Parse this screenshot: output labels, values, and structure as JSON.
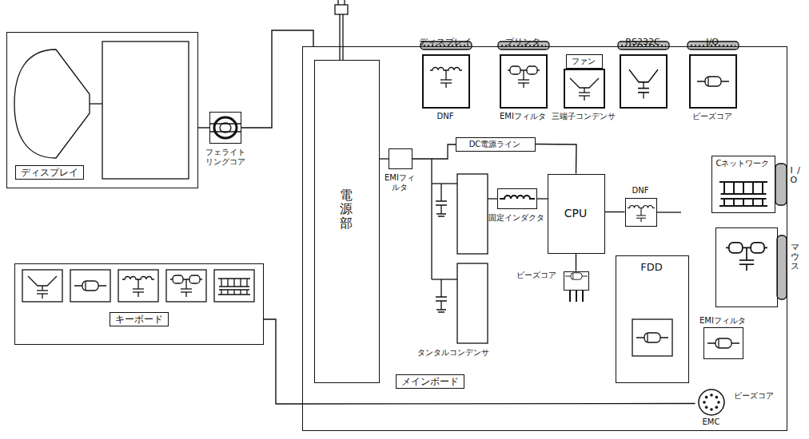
{
  "diagram": {
    "nodes": [
      {
        "text": [
          "ディスプレイ"
        ]
      },
      {
        "text": [
          "フェライト リングコア"
        ]
      },
      {
        "text": [
          "メインボード"
        ]
      },
      {
        "text": [
          "電源部"
        ],
        "in": 2
      },
      {
        "text": [
          "ディスプレイ",
          "DNF"
        ],
        "in": 2
      },
      {
        "text": [
          "プリンタ",
          "EMIフィルタ"
        ],
        "in": 2
      },
      {
        "text": [
          "ファン"
        ],
        "in": 2
      },
      {
        "text": [
          "三端子コンデンサ"
        ],
        "in": 2
      },
      {
        "text": [
          "RS232C"
        ],
        "in": 2
      },
      {
        "text": [
          "I/O",
          "ビーズコア"
        ],
        "in": 2
      },
      {
        "text": [
          "DC電源ライン"
        ],
        "in": 2
      },
      {
        "text": [
          "EMIフィルタ"
        ],
        "in": 2
      },
      {
        "text": [
          "固定インダクタ"
        ],
        "in": 2
      },
      {
        "text": [
          "CPU"
        ],
        "in": 2
      },
      {
        "text": [
          "DNF"
        ],
        "in": 2
      },
      {
        "text": [
          "Cネットワーク",
          "I/O"
        ],
        "in": 2
      },
      {
        "text": [
          "ビーズコア"
        ],
        "in": 2
      },
      {
        "text": [
          "FDD"
        ],
        "in": 2
      },
      {
        "text": [
          "マウス"
        ],
        "in": 2
      },
      {
        "text": [
          "EMIフィルタ"
        ],
        "in": 2
      },
      {
        "text": [
          "EMC"
        ],
        "in": 2
      },
      {
        "text": [
          "キーボード"
        ]
      }
    ],
    "edges": [
      {
        "from": 0,
        "to": 1,
        "arrow": "none"
      },
      {
        "from": 1,
        "to": 2,
        "arrow": "none"
      },
      {
        "from": 10,
        "to": 13,
        "arrow": "none"
      },
      {
        "from": 13,
        "to": 14,
        "arrow": "none"
      },
      {
        "from": 13,
        "to": 16,
        "arrow": "none"
      },
      {
        "from": 21,
        "to": 20,
        "arrow": "none"
      }
    ],
    "labels": [
      "タンタルコンデンサ",
      "ビーズコア"
    ]
  }
}
